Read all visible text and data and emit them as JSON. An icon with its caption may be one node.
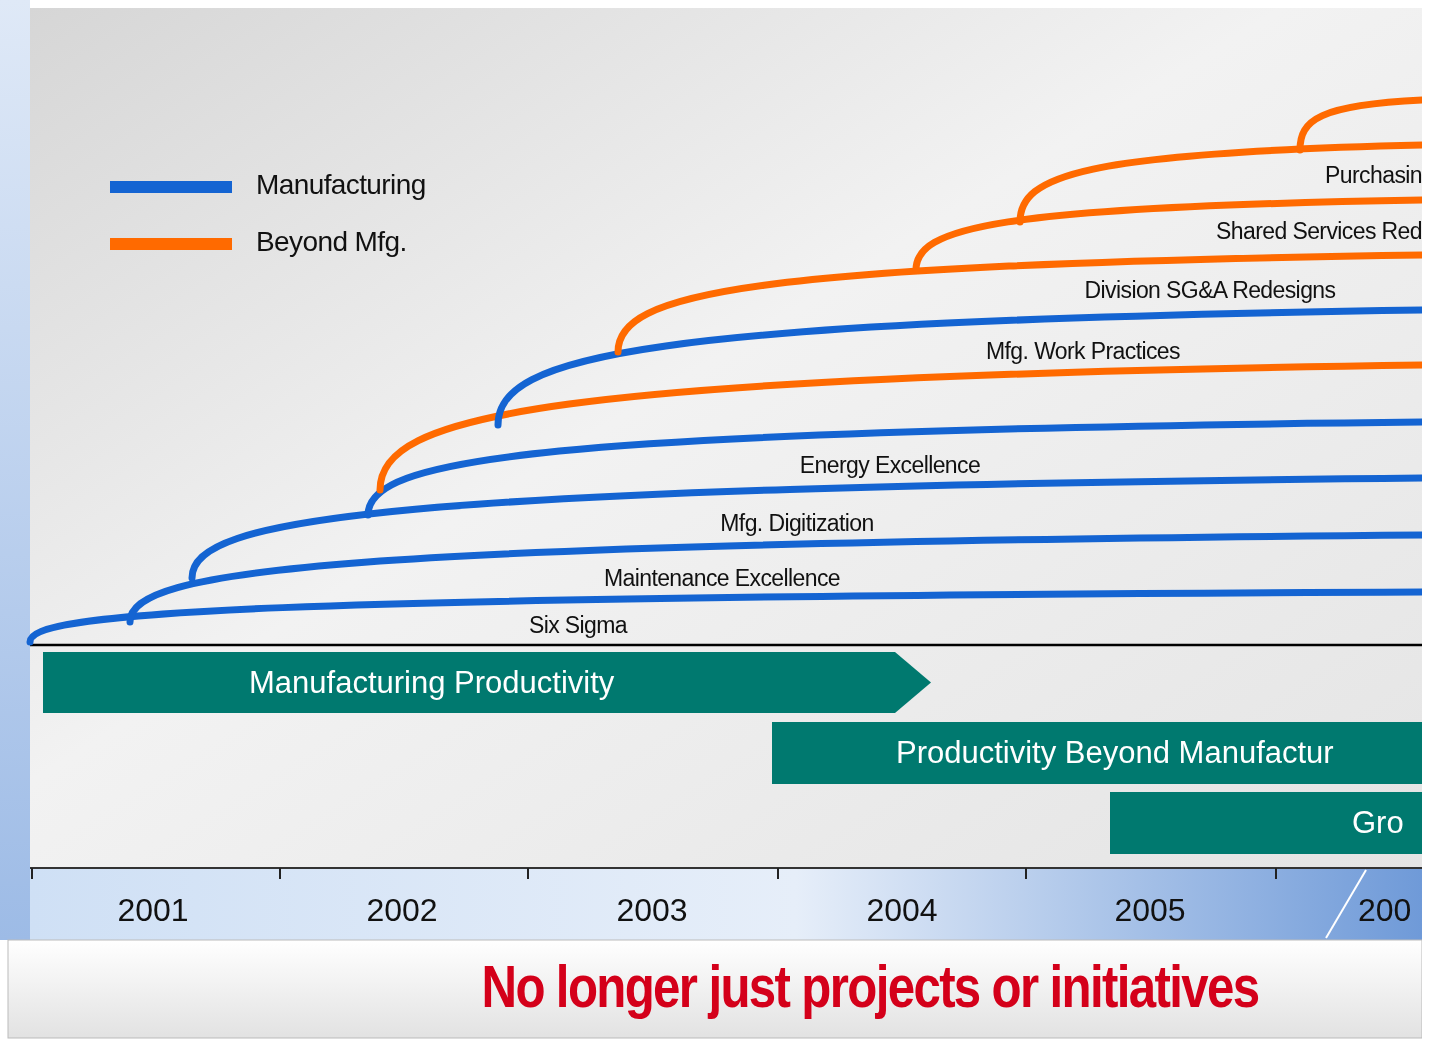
{
  "diagram": {
    "caption": "No longer just projects or initiatives",
    "nodes": [
      {
        "text": [
          "Manufacturing Productivity"
        ]
      },
      {
        "text": [
          "Productivity Beyond Manufactur"
        ]
      },
      {
        "text": [
          "Gro"
        ]
      }
    ],
    "labels": [
      "Purchasin",
      "Shared Services Red",
      "Division SG&A Redesigns",
      "Mfg. Work Practices",
      "Energy Excellence",
      "Mfg. Digitization",
      "Maintenance Excellence",
      "Six Sigma",
      "2001",
      "2002",
      "2003",
      "2004",
      "2005",
      "200"
    ],
    "legend": [
      {
        "text": "Manufacturing",
        "color": "#1464d2"
      },
      {
        "text": "Beyond Mfg.",
        "color": "#ff6a00"
      }
    ]
  }
}
